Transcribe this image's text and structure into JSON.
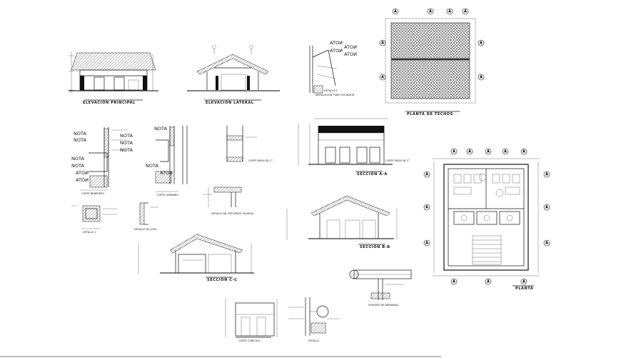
{
  "labels": {
    "elevacion_principal": "ELEVACIÓN PRINCIPAL",
    "elevacion_lateral": "ELEVACIÓN LATERAL",
    "planta_de_techos": "PLANTA DE TECHOS",
    "seccion_a": "SECCIÓN A-A",
    "seccion_b": "SECCIÓN B-B",
    "seccion_c": "SECCIÓN C-C",
    "planta": "PLANTA",
    "detalle_e": "DETALLE E",
    "detalle_e_sub": "INSTALACIÓN TUBO ROCIADOR",
    "corte_bebedero": "CORTE BEBEDERO",
    "corte_urinario": "CORTE URINARIO",
    "corte_mesa": "CORTE MESA DE C°",
    "detalle_refuerzo": "DETALLE ÁB. REFUERZO EN MESA",
    "detalle_1": "DETALLE 1",
    "detalle_losa": "DETALLE DE LOSA",
    "corte_cubiculo": "CORTE CUBÍCULO",
    "detalle_cubiculo": "DETALLE",
    "soporte_barandal": "SOPORTE DE BARANDAL"
  },
  "notes": {
    "nota": "NOTA",
    "nota_mirrored": "NOTA"
  },
  "colors": {
    "ink": "#111111",
    "paper": "#ffffff"
  }
}
